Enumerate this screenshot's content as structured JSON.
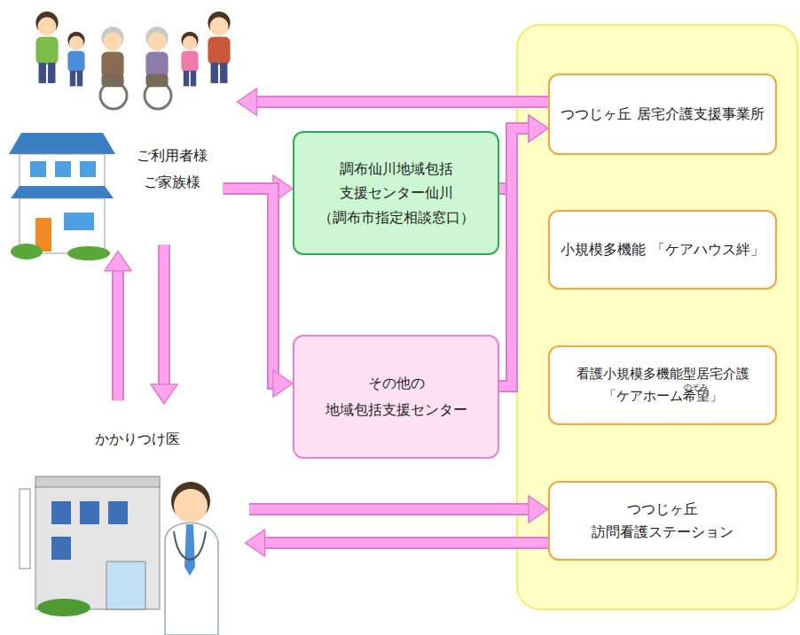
{
  "diagram": {
    "nodes": [
      {
        "text": [
          "ご利用者様 ご家族様"
        ]
      },
      {
        "text": [
          "調布仙川地域包括 支援センター仙川",
          "（調布市指定相談窓口）"
        ]
      },
      {
        "text": [
          "その他の 地域包括支援センター"
        ]
      },
      {
        "text": [
          "かかりつけ医"
        ]
      },
      {
        "text": [
          "つつじヶ丘 居宅介護支援事業所"
        ]
      },
      {
        "text": [
          "小規模多機能 「ケアハウス絆」"
        ]
      },
      {
        "text": [
          "看護小規模多機能型居宅介護",
          "「ケアホーム希望」",
          "のぞみ"
        ]
      },
      {
        "text": [
          "つつじヶ丘 訪問看護ステーション"
        ]
      }
    ],
    "edges": [
      {
        "from": 4,
        "to": 0,
        "arrow": "to"
      },
      {
        "from": 0,
        "to": 1,
        "arrow": "to"
      },
      {
        "from": 0,
        "to": 2,
        "arrow": "to"
      },
      {
        "from": 1,
        "to": 4,
        "arrow": "to"
      },
      {
        "from": 2,
        "to": 4,
        "arrow": "to"
      },
      {
        "from": 3,
        "to": 0,
        "arrow": "to"
      },
      {
        "from": 0,
        "to": 3,
        "arrow": "to"
      },
      {
        "from": 3,
        "to": 7,
        "arrow": "to"
      },
      {
        "from": 7,
        "to": 3,
        "arrow": "to"
      }
    ]
  }
}
